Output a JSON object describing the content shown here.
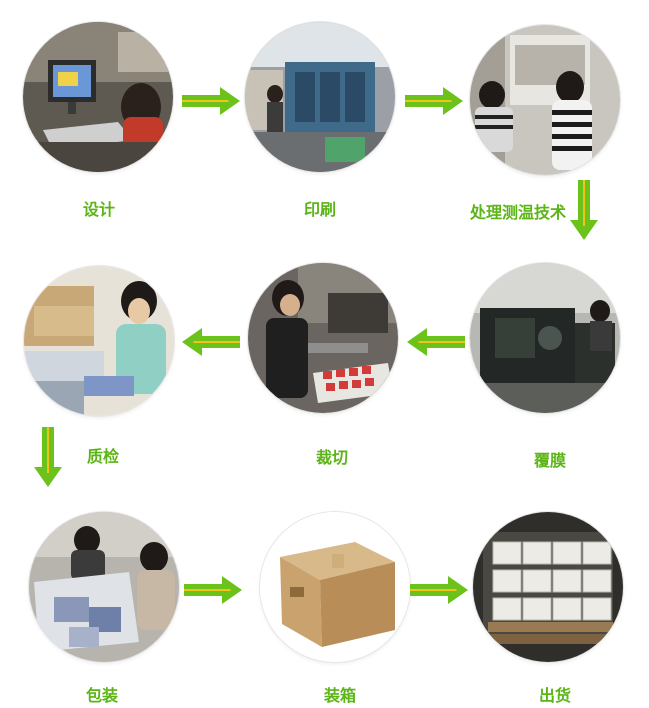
{
  "accent_color": "#5cb516",
  "arrow_colors": {
    "main": "#6bc21a",
    "stripe": "#f2c31a"
  },
  "steps": [
    {
      "label": "设计",
      "icon": "designer-computer-photo"
    },
    {
      "label": "印刷",
      "icon": "printing-press-photo"
    },
    {
      "label": "处理测温技术",
      "icon": "temperature-processing-photo"
    },
    {
      "label": "覆膜",
      "icon": "laminating-machine-photo"
    },
    {
      "label": "裁切",
      "icon": "cutting-machine-photo"
    },
    {
      "label": "质检",
      "icon": "quality-inspection-photo"
    },
    {
      "label": "包装",
      "icon": "packaging-photo"
    },
    {
      "label": "装箱",
      "icon": "cardboard-box-photo"
    },
    {
      "label": "出货",
      "icon": "shipping-pallets-photo"
    }
  ]
}
